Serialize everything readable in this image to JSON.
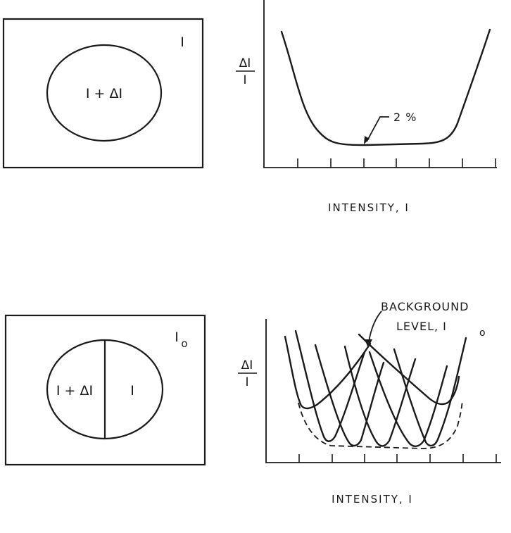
{
  "top_panel": {
    "stimulus": {
      "surround_label": "I",
      "disk_label": "I + ΔI"
    },
    "plot": {
      "ylabel_top": "ΔI",
      "ylabel_bottom": "I",
      "xlabel": "INTENSITY, I",
      "annotation": "2 %"
    }
  },
  "bottom_panel": {
    "stimulus": {
      "surround_label": "I",
      "surround_subscript": "o",
      "left_half_label": "I + ΔI",
      "right_half_label": "I"
    },
    "plot": {
      "ylabel_top": "ΔI",
      "ylabel_bottom": "I",
      "xlabel": "INTENSITY, I",
      "annotation_line1": "BACKGROUND",
      "annotation_line2": "LEVEL, I",
      "annotation_subscript": "o"
    }
  }
}
